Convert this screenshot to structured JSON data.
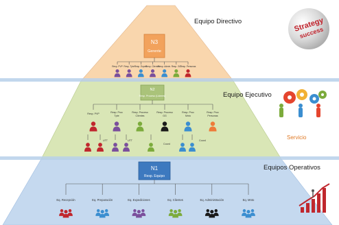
{
  "levels": {
    "directive": {
      "title": "Equipo Directivo",
      "box_title": "N3",
      "box_subtitle": "Gerente",
      "roles": [
        "Resp. PVP",
        "Resp. Tpte",
        "Resp. Exped.",
        "Resp. Clientes",
        "Resp. Admin.",
        "Resp. GG",
        "Resp. Personas"
      ]
    },
    "executive": {
      "title": "Equipo Ejecutivo",
      "box_title": "N2",
      "box_subtitle": "Resp. Proceso (Lideres)",
      "roles": [
        "Resp. PVP",
        "Resp. Proc Tpte",
        "Resp. Proceso Clientes",
        "Resp. Proceso GG",
        "Resp. Proc Mnto",
        "Resp. Proc Personas"
      ],
      "sub_labels": [
        "UTT",
        "UTT",
        "Coord",
        "Coord"
      ],
      "tagline": "Servicio"
    },
    "operative": {
      "title": "Equipos Operativos",
      "box_title": "N1",
      "box_subtitle": "Resp. Equipo",
      "teams": [
        "Eq. Recepción",
        "Eq. Preparación",
        "Eq. Expediciones",
        "Eq. Clientes",
        "Eq. Administración",
        "Eq. Mnto"
      ]
    }
  },
  "decor": {
    "ball_words": [
      "Strategy",
      "success"
    ]
  },
  "colors": {
    "top_tier": "#f9d6ad",
    "mid_tier": "#d9e6b6",
    "bottom_tier": "#c5d9ef",
    "band": "#b7d0ea",
    "box_orange": "#f2a25c",
    "box_green": "#aac37a",
    "box_blue": "#3d79bf",
    "person_purple": "#7a4f9c",
    "person_blue": "#3b8ed0",
    "person_green": "#7cab3c",
    "person_orange": "#ee7b39",
    "person_black": "#1a1a1a",
    "person_red": "#c0272d"
  }
}
